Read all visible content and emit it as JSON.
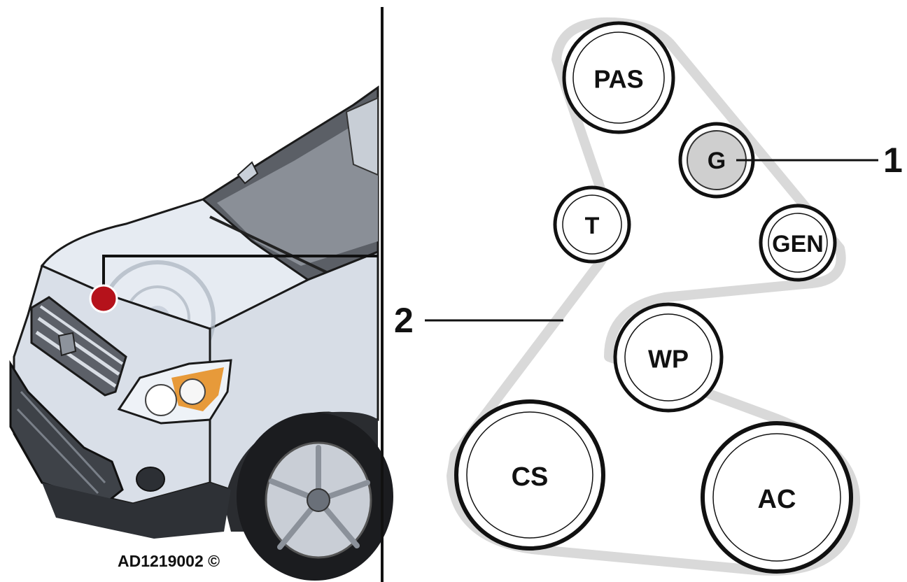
{
  "reference_code": "AD1219002 ©",
  "callouts": [
    {
      "id": "callout-1",
      "text": "1"
    },
    {
      "id": "callout-2",
      "text": "2"
    }
  ],
  "pulleys": [
    {
      "id": "PAS",
      "label": "PAS"
    },
    {
      "id": "G",
      "label": "G"
    },
    {
      "id": "T",
      "label": "T"
    },
    {
      "id": "GEN",
      "label": "GEN"
    },
    {
      "id": "WP",
      "label": "WP"
    },
    {
      "id": "CS",
      "label": "CS"
    },
    {
      "id": "AC",
      "label": "AC"
    }
  ],
  "colors": {
    "belt": "#d9d9d9",
    "pulley_ring": "#111111",
    "idler_fill": "#cfcfcf",
    "location_marker": "#b5121b",
    "vehicle_body": "#dfe5ee",
    "vehicle_shadow": "#b9c2cf"
  },
  "icons": [
    "vehicle-front-illustration",
    "location-marker-icon"
  ]
}
